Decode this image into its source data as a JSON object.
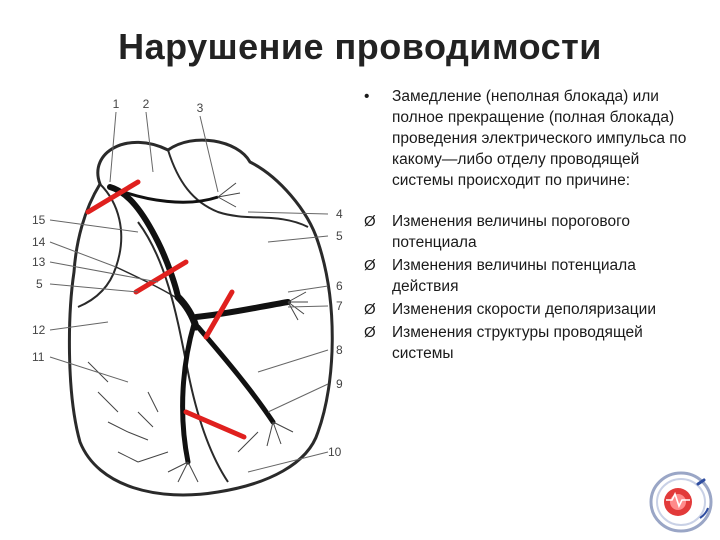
{
  "slide": {
    "title": "Нарушение проводимости"
  },
  "figure": {
    "labels_top": [
      "1",
      "2",
      "3"
    ],
    "labels_right": [
      "4",
      "5",
      "6",
      "7",
      "8",
      "9",
      "10"
    ],
    "labels_left": [
      "15",
      "14",
      "13",
      "5",
      "12",
      "11"
    ]
  },
  "content": {
    "bullet_mark": "•",
    "bullet_text": "Замедление (неполная блокада) или полное прекращение (полная блокада) проведения электрического импульса по какому—либо отделу проводящей системы происходит по причине:",
    "arrow_mark": "Ø",
    "arrows": [
      "Изменения величины порогового потенциала",
      "Изменения величины потенциала действия",
      "Изменения скорости деполяризации",
      "Изменения структуры проводящей системы"
    ]
  },
  "colors": {
    "block_marks": "#e0201e",
    "line_art": "#2a2a2a"
  }
}
